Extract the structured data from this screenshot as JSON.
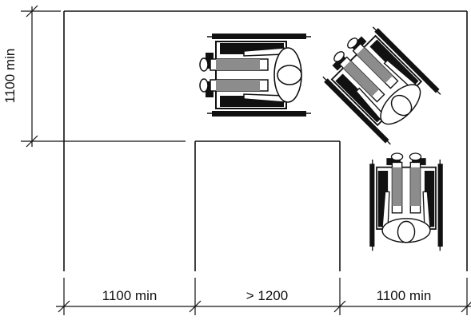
{
  "dimensions": {
    "vertical_left": "1100 min",
    "bottom_left": "1100 min",
    "bottom_middle": "> 1200",
    "bottom_right": "1100 min"
  },
  "figures": {
    "wheelchair_horizontal": "wheelchair-top-view",
    "wheelchair_diagonal": "wheelchair-top-view",
    "wheelchair_vertical": "wheelchair-top-view"
  },
  "colors": {
    "ink": "#111111",
    "fill_grey": "#8c8c8c",
    "background": "#ffffff"
  }
}
